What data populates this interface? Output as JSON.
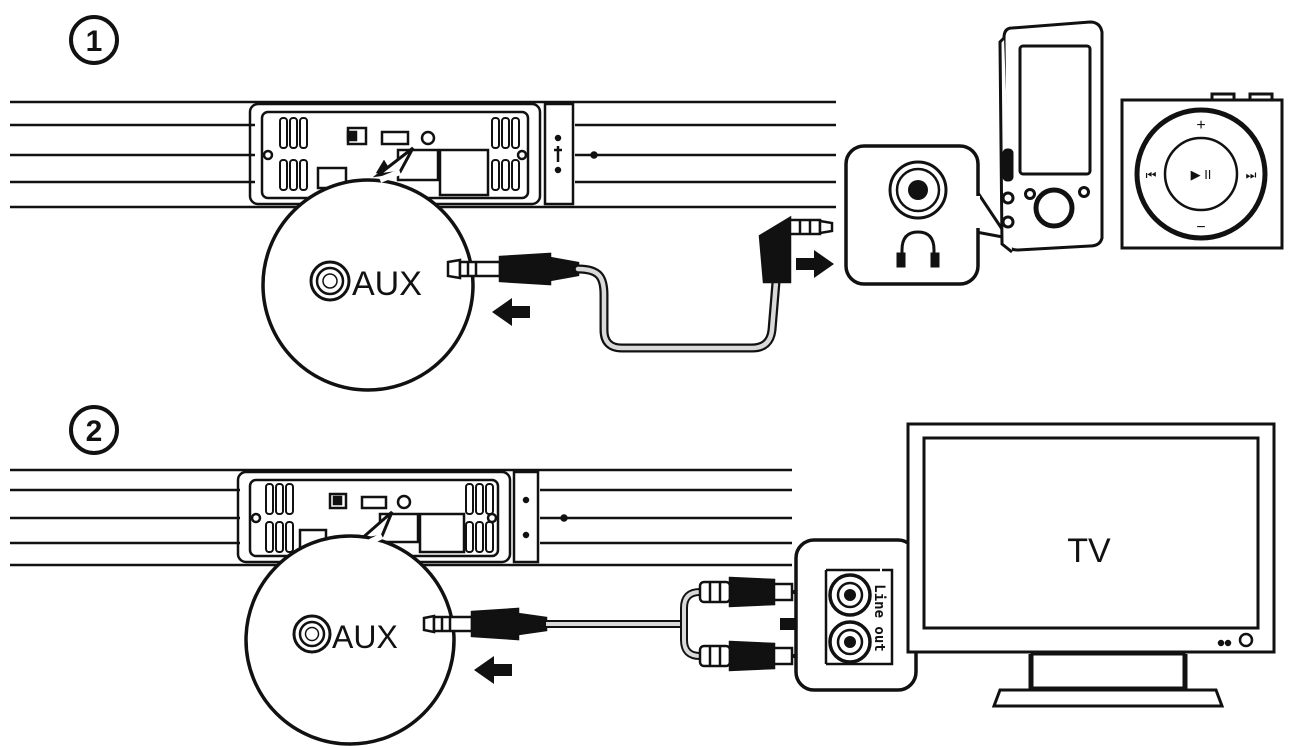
{
  "steps": [
    {
      "number": "1",
      "zoom_label": "AUX",
      "source_connector_icon": "headphone-jack-icon",
      "player_controls": {
        "volume_up": "+",
        "volume_down": "−",
        "play_pause": "▶ II",
        "previous": "⏮",
        "next": "⏭"
      }
    },
    {
      "number": "2",
      "zoom_label": "AUX",
      "port_label": "Line out",
      "device_label": "TV"
    }
  ],
  "colors": {
    "line": "#111111",
    "fill": "#ffffff",
    "cable_fill": "#d9d9d9"
  }
}
